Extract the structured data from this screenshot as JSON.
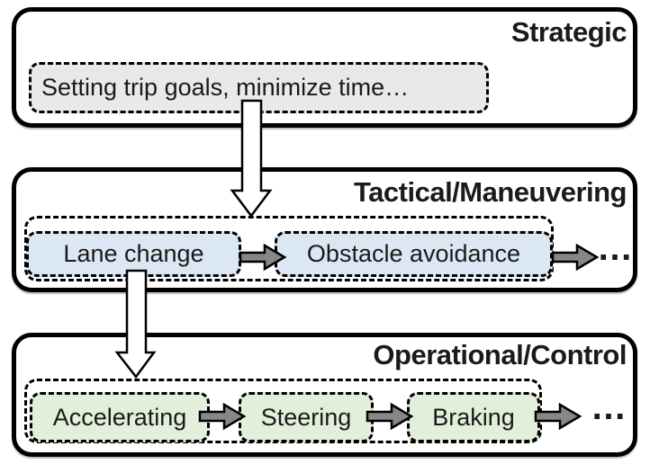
{
  "colors": {
    "outline": "#000000",
    "strategic_item_fill": "#e9e9e9",
    "tactical_item_fill": "#dbe7f3",
    "operational_item_fill": "#e2efda",
    "flow_arrow_fill": "#878787",
    "down_arrow_fill": "#ffffff",
    "background": "#ffffff",
    "text": "#1a1a1a"
  },
  "sections": [
    {
      "id": "strategic",
      "title": "Strategic",
      "items": [
        {
          "label": "Setting trip goals, minimize time…"
        }
      ]
    },
    {
      "id": "tactical",
      "title": "Tactical/Maneuvering",
      "items": [
        {
          "label": "Lane change"
        },
        {
          "label": "Obstacle avoidance"
        }
      ],
      "more_indicator": "…"
    },
    {
      "id": "operational",
      "title": "Operational/Control",
      "items": [
        {
          "label": "Accelerating"
        },
        {
          "label": "Steering"
        },
        {
          "label": "Braking"
        }
      ],
      "more_indicator": "…"
    }
  ]
}
